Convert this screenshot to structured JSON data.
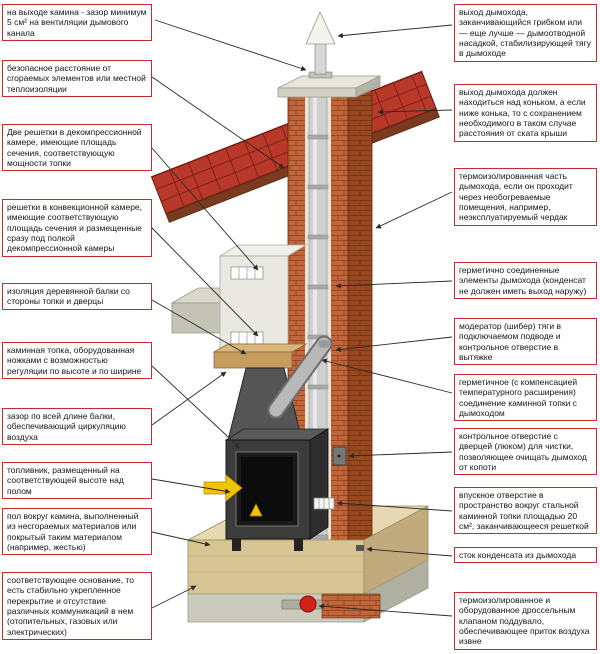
{
  "diagram": {
    "subject": "fireplace-chimney-installation-scheme",
    "colors": {
      "callout_border": "#cc2a2a",
      "brick": "#c1663a",
      "brick_shade": "#98481f",
      "roof_tile": "#b8392a",
      "metal": "#b9b9b9",
      "concrete": "#d2d2c4",
      "wood": "#d8c594",
      "accent_yellow": "#f2c400",
      "valve_red": "#d42015"
    },
    "callouts": {
      "left": [
        {
          "text": "на выходе камина - зазор минимум 5 см² на вентиляции дымового канала"
        },
        {
          "text": "безопасное расстояние от сгораемых элементов или местной теплоизоляции"
        },
        {
          "text": "Две решетки в декомпрессионной камере, имеющие площадь сечения, соответствующую мощности топки"
        },
        {
          "text": "решетки в конвекционной камере, имеющие соответствующую площадь сечения и размещенные сразу под полкой декомпрессионной камеры"
        },
        {
          "text": "изоляция деревянной балки со стороны топки и дверцы"
        },
        {
          "text": "каминная топка, оборудованная ножками с возможностью регуляции по высоте и по ширине"
        },
        {
          "text": "зазор по всей длине балки, обеспечивающий циркуляцию воздуха"
        },
        {
          "text": "топливник, размещенный на соответствующей высоте над полом"
        },
        {
          "text": "пол вокруг камина, выполненный из несгораемых материалов или покрытый таким материалом (например, жестью)"
        },
        {
          "text": "соответствующее основание, то есть стабильно укрепленное перекрытие и отсутствие различных коммуникаций в нем (отопительных, газовых или электрических)"
        }
      ],
      "right": [
        {
          "text": "выход дымохода, заканчивающийся грибком или — еще лучше — дымоотводной насадкой, стабилизирующей тягу в дымоходе"
        },
        {
          "text": "выход дымохода должен находиться над коньком, а если ниже конька, то с сохранением необходимого в таком случае расстояния от ската крыши"
        },
        {
          "text": "термоизолированная часть дымохода, если он проходит через необогреваемые помещения, например, неэксплуатируемый чердак"
        },
        {
          "text": "герметично соединенные элементы дымохода (конденсат не должен иметь выход наружу)"
        },
        {
          "text": "модератор (шибер) тяги в подключаемом подводе и контрольное отверстие в вытяжке"
        },
        {
          "text": "герметичное (с компенсацией температурного расширения) соединение каминной топки с дымоходом"
        },
        {
          "text": "контрольное отверстие с дверцей (люком) для чистки, позволяющее очищать дымоход от копоти"
        },
        {
          "text": "впускное отверстие в пространство вокруг стальной каминной топки площадью 20 см², заканчивающееся решеткой"
        },
        {
          "text": "сток конденсата из дымохода"
        },
        {
          "text": "термоизолированное и оборудованное дроссельным клапаном поддувало, обеспечивающее приток воздуха извне"
        }
      ]
    }
  }
}
